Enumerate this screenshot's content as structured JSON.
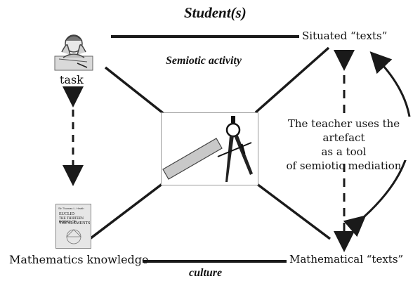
{
  "diagram": {
    "top_label": "Student(s)",
    "semiotic_label": "Semiotic activity",
    "culture_label": "culture",
    "task_label": "task",
    "situated_texts_label": "Situated “texts”",
    "math_knowledge_label": "Mathematics knowledge",
    "math_texts_label": "Mathematical “texts”",
    "teacher_note_lines": [
      "The teacher uses the artefact",
      "as a tool",
      "of semiotic mediation"
    ],
    "book": {
      "author": "Sir Thomas L. Heath",
      "title_top": "EUCLID",
      "title_mid": "THE THIRTEEN BOOKS OF",
      "title_main": "THE ELEMENTS"
    },
    "colors": {
      "line": "#1a1a1a",
      "artefact_fill": "#c8c8c8"
    },
    "icons": [
      "student-icon",
      "book-icon",
      "ruler-icon",
      "compass-icon"
    ]
  }
}
